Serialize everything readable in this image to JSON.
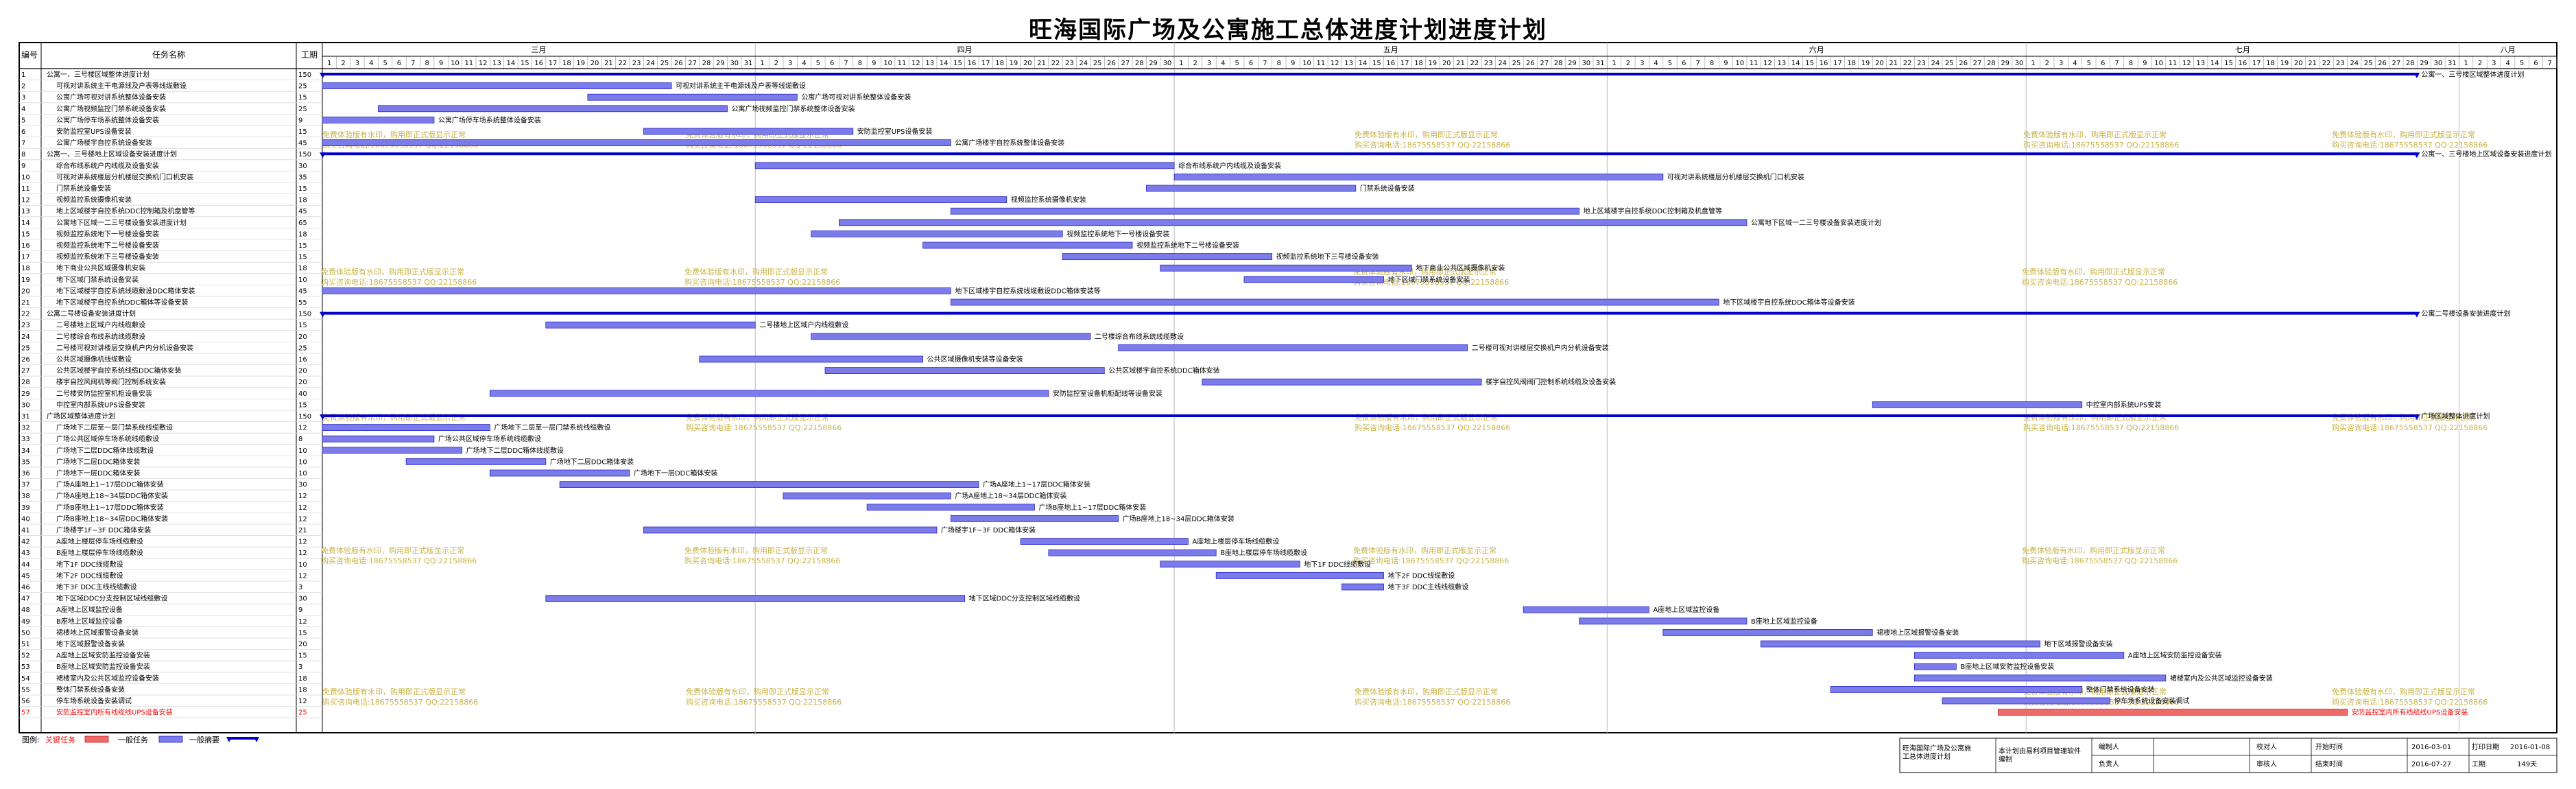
{
  "title": "旺海国际广场及公寓施工总体进度计划进度计划",
  "headers": {
    "id": "编号",
    "name": "任务名称",
    "duration": "工期"
  },
  "months": [
    "三月",
    "四月",
    "五月",
    "六月",
    "七月",
    "八月"
  ],
  "watermark": [
    "免费体验版有水印，购用即正式版显示正常",
    "购买咨询电话:18675558537 QQ:22158866"
  ],
  "legend": {
    "label": "图例:",
    "critical": "关键任务",
    "normal": "一般任务",
    "group": "一般摘要"
  },
  "footer": {
    "project": "旺海国际广场及公寓施工总体进度计划",
    "software": "本计划由易利项目管理软件编制",
    "compiler_label": "编制人",
    "approver_label": "审核人",
    "reviewer_label": "负责人",
    "start_label": "开始时间",
    "start": "2016-03-01",
    "end_label": "结束时间",
    "end": "2016-07-27",
    "print_label": "打印日期",
    "print_date": "2016-01-08",
    "dur_label": "工期",
    "dur": "149天"
  },
  "chart_data": {
    "type": "gantt",
    "axis": {
      "start": "2016-03-01",
      "end": "2016-08-07",
      "unit": "day"
    },
    "month_days": [
      31,
      30,
      31,
      30,
      31,
      7
    ],
    "tasks": [
      {
        "id": "1",
        "name": "公寓一、三号楼区域整体进度计划",
        "dur": "150",
        "s": 0,
        "e": 150,
        "type": "group",
        "label": "公寓一、三号楼区域整体进度计划"
      },
      {
        "id": "2",
        "name": "可视对讲系统主干电源线及户表等线缆敷设",
        "dur": "25",
        "s": 0,
        "e": 25,
        "type": "normal",
        "label": "可视对讲系统主干电源线及户表等线缆敷设"
      },
      {
        "id": "3",
        "name": "公寓广场可视对讲系统整体设备安装",
        "dur": "15",
        "s": 19,
        "e": 34,
        "type": "normal",
        "label": "公寓广场可视对讲系统整体设备安装"
      },
      {
        "id": "4",
        "name": "公寓广场视频监控门禁系统设备安装",
        "dur": "25",
        "s": 4,
        "e": 29,
        "type": "normal",
        "label": "公寓广场视频监控门禁系统整体设备安装"
      },
      {
        "id": "5",
        "name": "公寓广场停车场系统整体设备安装",
        "dur": "9",
        "s": 0,
        "e": 8,
        "type": "normal",
        "label": "公寓广场停车场系统整体设备安装"
      },
      {
        "id": "6",
        "name": "安防监控室UPS设备安装",
        "dur": "15",
        "s": 23,
        "e": 38,
        "type": "normal",
        "label": "安防监控室UPS设备安装"
      },
      {
        "id": "7",
        "name": "公寓广场楼宇自控系统设备安装",
        "dur": "45",
        "s": 0,
        "e": 45,
        "type": "normal",
        "label": "公寓广场楼宇自控系统整体设备安装"
      },
      {
        "id": "8",
        "name": "公寓一、三号楼地上区域设备安装进度计划",
        "dur": "150",
        "s": 0,
        "e": 150,
        "type": "group",
        "label": "公寓一、三号楼地上区域设备安装进度计划"
      },
      {
        "id": "9",
        "name": "综合布线系统户内线缆及设备安装",
        "dur": "30",
        "s": 31,
        "e": 61,
        "type": "normal",
        "label": "综合布线系统户内线缆及设备安装"
      },
      {
        "id": "10",
        "name": "可视对讲系统楼层分机楼层交换机门口机安装",
        "dur": "35",
        "s": 61,
        "e": 96,
        "type": "normal",
        "label": "可视对讲系统楼层分机楼层交换机门口机安装"
      },
      {
        "id": "11",
        "name": "门禁系统设备安装",
        "dur": "15",
        "s": 59,
        "e": 74,
        "type": "normal",
        "label": "门禁系统设备安装"
      },
      {
        "id": "12",
        "name": "视频监控系统摄像机安装",
        "dur": "18",
        "s": 31,
        "e": 49,
        "type": "normal",
        "label": "视频监控系统摄像机安装"
      },
      {
        "id": "13",
        "name": "地上区域楼宇自控系统DDC控制箱及机盘管等",
        "dur": "45",
        "s": 45,
        "e": 90,
        "type": "normal",
        "label": "地上区域楼宇自控系统DDC控制箱及机盘管等"
      },
      {
        "id": "14",
        "name": "公寓地下区域一二三号楼设备安装进度计划",
        "dur": "65",
        "s": 37,
        "e": 102,
        "type": "normal",
        "label": "公寓地下区域一二三号楼设备安装进度计划"
      },
      {
        "id": "15",
        "name": "视频监控系统地下一号楼设备安装",
        "dur": "18",
        "s": 35,
        "e": 53,
        "type": "normal",
        "label": "视频监控系统地下一号楼设备安装"
      },
      {
        "id": "16",
        "name": "视频监控系统地下二号楼设备安装",
        "dur": "15",
        "s": 43,
        "e": 58,
        "type": "normal",
        "label": "视频监控系统地下二号楼设备安装"
      },
      {
        "id": "17",
        "name": "视频监控系统地下三号楼设备安装",
        "dur": "15",
        "s": 53,
        "e": 68,
        "type": "normal",
        "label": "视频监控系统地下三号楼设备安装"
      },
      {
        "id": "18",
        "name": "地下商业公共区域摄像机安装",
        "dur": "18",
        "s": 60,
        "e": 78,
        "type": "normal",
        "label": "地下商业公共区域摄像机安装"
      },
      {
        "id": "19",
        "name": "地下区域门禁系统设备安装",
        "dur": "10",
        "s": 66,
        "e": 76,
        "type": "normal",
        "label": "地下区域门禁系统设备安装"
      },
      {
        "id": "20",
        "name": "地下区域楼宇自控系统线缆敷设DDC箱体安装",
        "dur": "45",
        "s": 0,
        "e": 45,
        "type": "normal",
        "label": "地下区域楼宇自控系统线缆敷设DDC箱体安装等"
      },
      {
        "id": "21",
        "name": "地下区域楼宇自控系统DDC箱体等设备安装",
        "dur": "55",
        "s": 45,
        "e": 100,
        "type": "normal",
        "label": "地下区域楼宇自控系统DDC箱体等设备安装"
      },
      {
        "id": "22",
        "name": "公寓二号楼设备安装进度计划",
        "dur": "150",
        "s": 0,
        "e": 150,
        "type": "group",
        "label": "公寓二号楼设备安装进度计划"
      },
      {
        "id": "23",
        "name": "二号楼地上区域户内线缆敷设",
        "dur": "15",
        "s": 16,
        "e": 31,
        "type": "normal",
        "label": "二号楼地上区域户内线缆敷设"
      },
      {
        "id": "24",
        "name": "二号楼综合布线系统线缆敷设",
        "dur": "20",
        "s": 35,
        "e": 55,
        "type": "normal",
        "label": "二号楼综合布线系统线缆敷设"
      },
      {
        "id": "25",
        "name": "二号楼可视对讲楼层交换机户内分机设备安装",
        "dur": "25",
        "s": 57,
        "e": 82,
        "type": "normal",
        "label": "二号楼可视对讲楼层交换机户内分机设备安装"
      },
      {
        "id": "26",
        "name": "公共区域摄像机线缆敷设",
        "dur": "16",
        "s": 27,
        "e": 43,
        "type": "normal",
        "label": "公共区域摄像机安装等设备安装"
      },
      {
        "id": "27",
        "name": "公共区域楼宇自控系统线缆DDC箱体安装",
        "dur": "20",
        "s": 36,
        "e": 56,
        "type": "normal",
        "label": "公共区域楼宇自控系统DDC箱体安装"
      },
      {
        "id": "28",
        "name": "楼宇自控风阀机等阀门控制系统安装",
        "dur": "20",
        "s": 63,
        "e": 83,
        "type": "normal",
        "label": "楼宇自控风阀阀门控制系统线缆及设备安装"
      },
      {
        "id": "29",
        "name": "二号楼安防监控室机柜设备安装",
        "dur": "40",
        "s": 12,
        "e": 52,
        "type": "normal",
        "label": "安防监控室设备机柜配线等设备安装"
      },
      {
        "id": "30",
        "name": "中控室内部系统UPS设备安装",
        "dur": "15",
        "s": 111,
        "e": 126,
        "type": "normal",
        "label": "中控室内部系统UPS安装"
      },
      {
        "id": "31",
        "name": "广场区域整体进度计划",
        "dur": "150",
        "s": 0,
        "e": 150,
        "type": "group",
        "label": "广场区域整体进度计划"
      },
      {
        "id": "32",
        "name": "广场地下二层至一层门禁系统线缆敷设",
        "dur": "12",
        "s": 0,
        "e": 12,
        "type": "normal",
        "label": "广场地下二层至一层门禁系统线缆敷设"
      },
      {
        "id": "33",
        "name": "广场公共区域停车场系统线缆敷设",
        "dur": "8",
        "s": 0,
        "e": 8,
        "type": "normal",
        "label": "广场公共区域停车场系统线缆敷设"
      },
      {
        "id": "34",
        "name": "广场地下二层DDC箱体线缆敷设",
        "dur": "10",
        "s": 0,
        "e": 10,
        "type": "normal",
        "label": "广场地下二层DDC箱体线缆敷设"
      },
      {
        "id": "35",
        "name": "广场地下二层DDC箱体安装",
        "dur": "10",
        "s": 6,
        "e": 16,
        "type": "normal",
        "label": "广场地下二层DDC箱体安装"
      },
      {
        "id": "36",
        "name": "广场地下一层DDC箱体安装",
        "dur": "10",
        "s": 12,
        "e": 22,
        "type": "normal",
        "label": "广场地下一层DDC箱体安装"
      },
      {
        "id": "37",
        "name": "广场A座地上1~17层DDC箱体安装",
        "dur": "30",
        "s": 17,
        "e": 47,
        "type": "normal",
        "label": "广场A座地上1~17层DDC箱体安装"
      },
      {
        "id": "38",
        "name": "广场A座地上18~34层DDC箱体安装",
        "dur": "12",
        "s": 33,
        "e": 45,
        "type": "normal",
        "label": "广场A座地上18~34层DDC箱体安装"
      },
      {
        "id": "39",
        "name": "广场B座地上1~17层DDC箱体安装",
        "dur": "12",
        "s": 39,
        "e": 51,
        "type": "normal",
        "label": "广场B座地上1~17层DDC箱体安装"
      },
      {
        "id": "40",
        "name": "广场B座地上18~34层DDC箱体安装",
        "dur": "12",
        "s": 45,
        "e": 57,
        "type": "normal",
        "label": "广场B座地上18~34层DDC箱体安装"
      },
      {
        "id": "41",
        "name": "广场楼宇1F~3F DDC箱体安装",
        "dur": "21",
        "s": 23,
        "e": 44,
        "type": "normal",
        "label": "广场楼宇1F~3F DDC箱体安装"
      },
      {
        "id": "42",
        "name": "A座地上楼层停车场线缆敷设",
        "dur": "12",
        "s": 50,
        "e": 62,
        "type": "normal",
        "label": "A座地上楼层停车场线缆敷设"
      },
      {
        "id": "43",
        "name": "B座地上楼层停车场线缆敷设",
        "dur": "12",
        "s": 52,
        "e": 64,
        "type": "normal",
        "label": "B座地上楼层停车场线缆敷设"
      },
      {
        "id": "44",
        "name": "地下1F DDC线缆敷设",
        "dur": "10",
        "s": 60,
        "e": 70,
        "type": "normal",
        "label": "地下1F DDC线缆敷设"
      },
      {
        "id": "45",
        "name": "地下2F DDC线缆敷设",
        "dur": "12",
        "s": 64,
        "e": 76,
        "type": "normal",
        "label": "地下2F DDC线缆敷设"
      },
      {
        "id": "46",
        "name": "地下3F DDC主线线缆敷设",
        "dur": "3",
        "s": 73,
        "e": 76,
        "type": "normal",
        "label": "地下3F DDC主线线缆敷设"
      },
      {
        "id": "47",
        "name": "地下区域DDC分支控制区域线缆敷设",
        "dur": "30",
        "s": 16,
        "e": 46,
        "type": "normal",
        "label": "地下区域DDC分支控制区域线缆敷设"
      },
      {
        "id": "48",
        "name": "A座地上区域监控设备",
        "dur": "9",
        "s": 86,
        "e": 95,
        "type": "normal",
        "label": "A座地上区域监控设备"
      },
      {
        "id": "49",
        "name": "B座地上区域监控设备",
        "dur": "12",
        "s": 90,
        "e": 102,
        "type": "normal",
        "label": "B座地上区域监控设备"
      },
      {
        "id": "50",
        "name": "裙楼地上区域报警设备安装",
        "dur": "15",
        "s": 96,
        "e": 111,
        "type": "normal",
        "label": "裙楼地上区域报警设备安装"
      },
      {
        "id": "51",
        "name": "地下区域报警设备安装",
        "dur": "20",
        "s": 103,
        "e": 123,
        "type": "normal",
        "label": "地下区域报警设备安装"
      },
      {
        "id": "52",
        "name": "A座地上区域安防监控设备安装",
        "dur": "15",
        "s": 114,
        "e": 129,
        "type": "normal",
        "label": "A座地上区域安防监控设备安装"
      },
      {
        "id": "53",
        "name": "B座地上区域安防监控设备安装",
        "dur": "3",
        "s": 114,
        "e": 117,
        "type": "normal",
        "label": "B座地上区域安防监控设备安装"
      },
      {
        "id": "54",
        "name": "裙楼室内及公共区域监控设备安装",
        "dur": "18",
        "s": 114,
        "e": 132,
        "type": "normal",
        "label": "裙楼室内及公共区域监控设备安装"
      },
      {
        "id": "55",
        "name": "整体门禁系统设备安装",
        "dur": "18",
        "s": 108,
        "e": 126,
        "type": "normal",
        "label": "整体门禁系统设备安装"
      },
      {
        "id": "56",
        "name": "停车场系统设备安装调试",
        "dur": "12",
        "s": 116,
        "e": 128,
        "type": "normal",
        "label": "停车场系统设备安装调试"
      },
      {
        "id": "57",
        "name": "安防监控室内所有线缆线UPS设备安装",
        "dur": "25",
        "s": 120,
        "e": 145,
        "type": "critical",
        "label": "安防监控室内所有线缆线UPS设备安装"
      }
    ]
  },
  "colors": {
    "bar": "#7b7bea",
    "bar_border": "#2a2ac8",
    "group": "#0000cc",
    "critical": "#f06a6a",
    "critical_text": "#ee1111",
    "watermark": "#c8b44a",
    "grid": "#cccccc"
  }
}
